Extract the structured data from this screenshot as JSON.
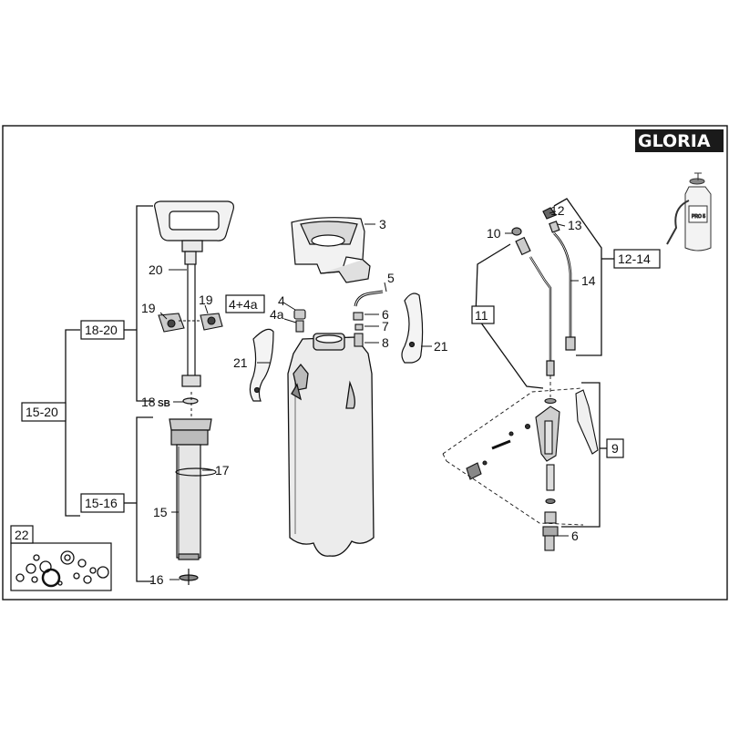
{
  "brand": "GLORIA",
  "mini_label": "PRO 5",
  "colors": {
    "ink": "#111111",
    "logo_bg": "#1a1a1a",
    "logo_fg": "#ffffff",
    "paper": "#ffffff"
  },
  "labels": {
    "l3": "3",
    "l4": "4",
    "l4a": "4a",
    "l5": "5",
    "l6": "6",
    "l6b": "6",
    "l7": "7",
    "l8": "8",
    "l10": "10",
    "l12": "12",
    "l13": "13",
    "l14": "14",
    "l15": "15",
    "l16": "16",
    "l17": "17",
    "l18": "18",
    "l18sb": "SB",
    "l19a": "19",
    "l19b": "19",
    "l20": "20",
    "l21a": "21",
    "l21b": "21"
  },
  "groups": {
    "g18_20": "18-20",
    "g15_20": "15-20",
    "g15_16": "15-16",
    "g4_4a": "4+4a",
    "g11": "11",
    "g12_14": "12-14",
    "g9": "9",
    "g22": "22"
  }
}
